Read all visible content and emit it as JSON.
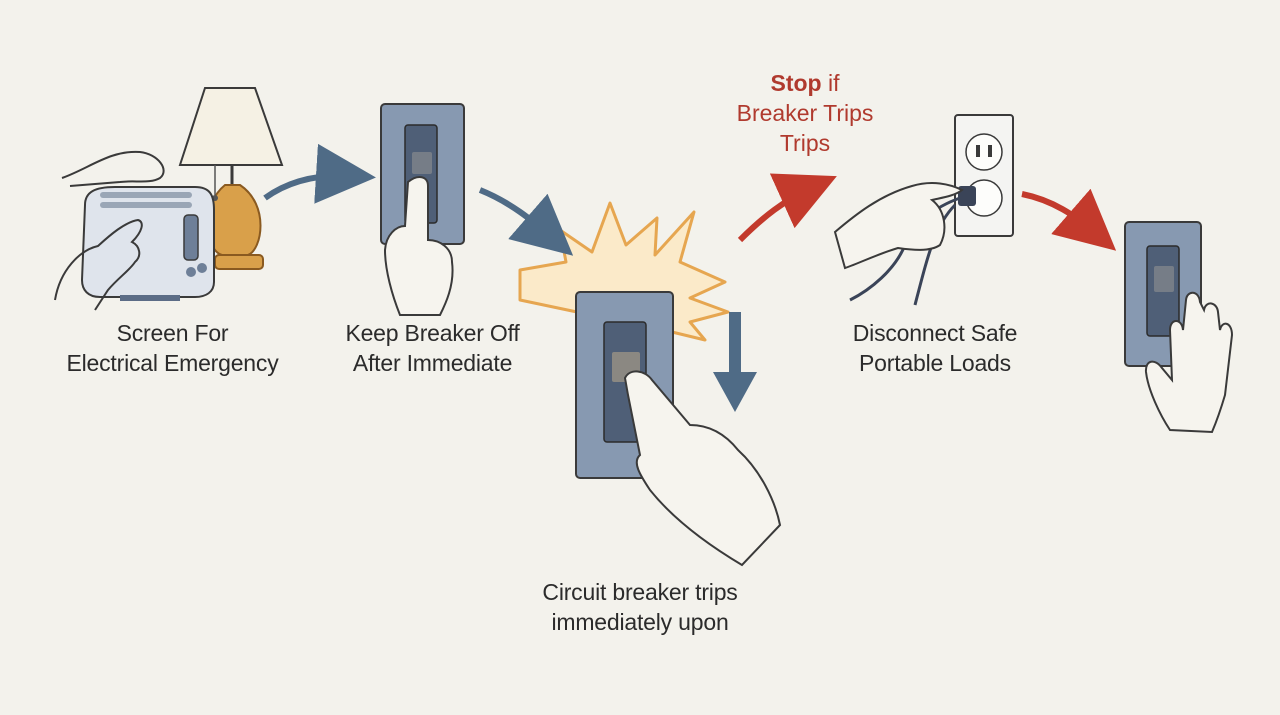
{
  "steps": [
    {
      "line1": "Screen For",
      "line2": "Electrical Emergency"
    },
    {
      "line1": "Keep Breaker Off",
      "line2": "After Immediate"
    },
    {
      "line1": "Circuit breaker trips",
      "line2": "immediately upon"
    },
    {
      "line1": "Disconnect Safe",
      "line2": "Portable Loads"
    }
  ],
  "warning": {
    "bold": "Stop",
    "rest": " if",
    "line2": "Breaker Trips",
    "line3": "Trips"
  },
  "colors": {
    "background": "#f3f2ec",
    "arrow_blue": "#4f6b86",
    "arrow_red": "#c33a2c",
    "warning_text": "#b03a2e",
    "panel": "#8799b1",
    "spark": "#e6a650"
  },
  "icons": [
    "toaster-icon",
    "lamp-icon",
    "hand-icon",
    "breaker-switch-icon",
    "spark-burst-icon",
    "outlet-icon",
    "plug-cord-icon",
    "open-palm-icon"
  ]
}
